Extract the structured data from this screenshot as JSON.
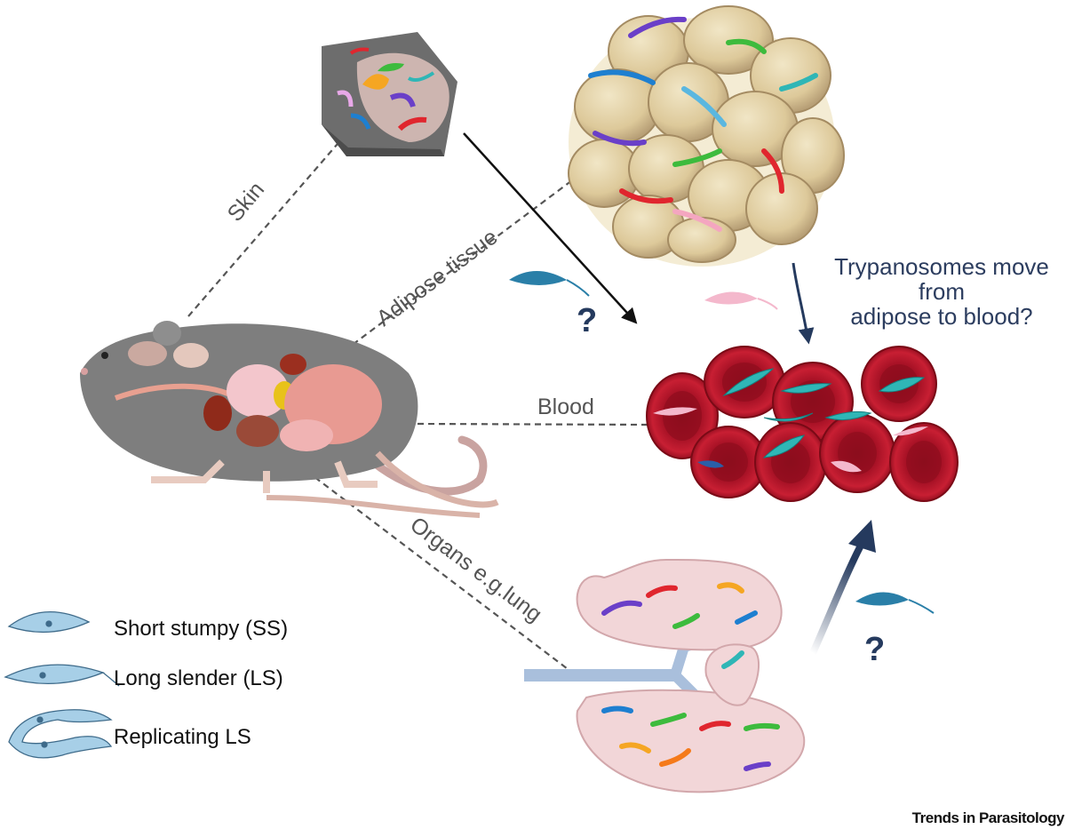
{
  "labels": {
    "skin": "Skin",
    "adipose": "Adipose tissue",
    "blood": "Blood",
    "organs": "Organs e.g.lung"
  },
  "question_text": "Trypanosomes move\nfrom\nadipose to blood?",
  "question_marks": [
    "?",
    "?"
  ],
  "legend": [
    {
      "label": "Short stumpy (SS)",
      "icon": "short-stumpy-trypanosome-icon"
    },
    {
      "label": "Long slender (LS)",
      "icon": "long-slender-trypanosome-icon"
    },
    {
      "label": "Replicating LS",
      "icon": "replicating-trypanosome-icon"
    }
  ],
  "journal": "Trends in Parasitology",
  "colors": {
    "mouse_body": "#7e7e7e",
    "fat_cell": "#e3d3a8",
    "red_blood_cell": "#b3162a",
    "lung": "#f2d6d8",
    "arrow": "#253a5e",
    "parasite_teal": "#2fb6b6",
    "parasite_pink": "#f4a6c0"
  }
}
